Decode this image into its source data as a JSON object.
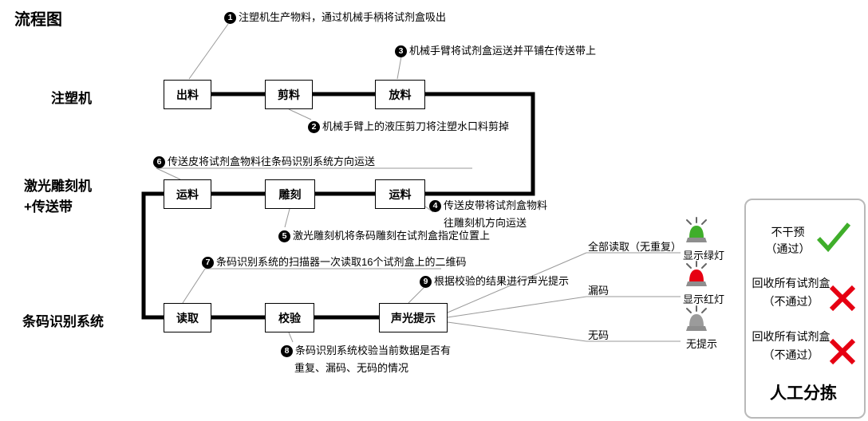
{
  "title": "流程图",
  "rows": [
    {
      "label": "注塑机",
      "boxes": [
        "出料",
        "剪料",
        "放料"
      ]
    },
    {
      "label_line1": "激光雕刻机",
      "label_line2": "+传送带",
      "boxes": [
        "运料",
        "雕刻",
        "运料"
      ]
    },
    {
      "label": "条码识别系统",
      "boxes": [
        "读取",
        "校验",
        "声光提示"
      ]
    }
  ],
  "annotations": [
    {
      "num": "1",
      "text": "注塑机生产物料，通过机械手柄将试剂盒吸出"
    },
    {
      "num": "2",
      "text": "机械手臂上的液压剪刀将注塑水口料剪掉"
    },
    {
      "num": "3",
      "text": "机械手臂将试剂盒运送并平铺在传送带上"
    },
    {
      "num": "4",
      "text": "传送皮带将试剂盒物料",
      "text2": "往雕刻机方向运送"
    },
    {
      "num": "5",
      "text": "激光雕刻机将条码雕刻在试剂盒指定位置上"
    },
    {
      "num": "6",
      "text": "传送皮将试剂盒物料往条码识别系统方向运送"
    },
    {
      "num": "7",
      "text": "条码识别系统的扫描器一次读取16个试剂盒上的二维码"
    },
    {
      "num": "8",
      "text": "条码识别系统校验当前数据是否有",
      "text2": "重复、漏码、无码的情况"
    },
    {
      "num": "9",
      "text": "根据校验的结果进行声光提示"
    }
  ],
  "outcomes": [
    {
      "condition": "全部读取（无重复）",
      "result": "显示绿灯",
      "light_color": "#3fae2a"
    },
    {
      "condition": "漏码",
      "result": "显示红灯",
      "light_color": "#e60012"
    },
    {
      "condition": "无码",
      "result": "无提示",
      "light_color": "#9b9b9b"
    }
  ],
  "panel": {
    "title": "人工分拣",
    "items": [
      {
        "text": "不干预",
        "sub": "（通过）",
        "mark": "check",
        "color": "#3fae2a"
      },
      {
        "text": "回收所有试剂盒",
        "sub": "（不通过）",
        "mark": "cross",
        "color": "#e60012"
      },
      {
        "text": "回收所有试剂盒",
        "sub": "（不通过）",
        "mark": "cross",
        "color": "#e60012"
      }
    ]
  }
}
